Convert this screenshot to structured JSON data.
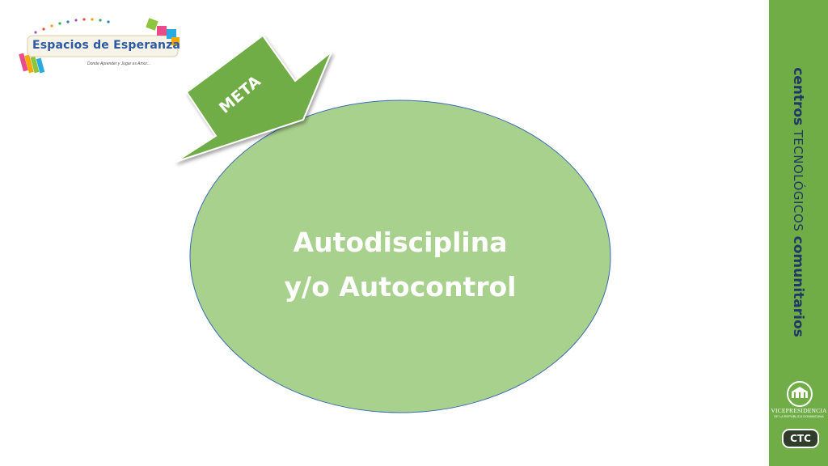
{
  "logo": {
    "name": "Espacios de Esperanza",
    "tagline": "Donde Aprender y Jugar es Amor..."
  },
  "badge": {
    "label": "META"
  },
  "main": {
    "line1": "Autodisciplina",
    "line2": "y/o Autocontrol"
  },
  "sidebar": {
    "title_bold_1": "centros",
    "title_light": "TECNOLÓGICOS",
    "title_bold_2": "comunitarios",
    "vp_label": "VICEPRESIDENCIA",
    "vp_sub": "DE LA REPÚBLICA DOMINICANA",
    "ctc_label": "CTC"
  },
  "colors": {
    "sidebar_green": "#70ad47",
    "ellipse_fill": "#a9d18e",
    "arrow_green": "#70ad47",
    "navy": "#1f3864"
  }
}
